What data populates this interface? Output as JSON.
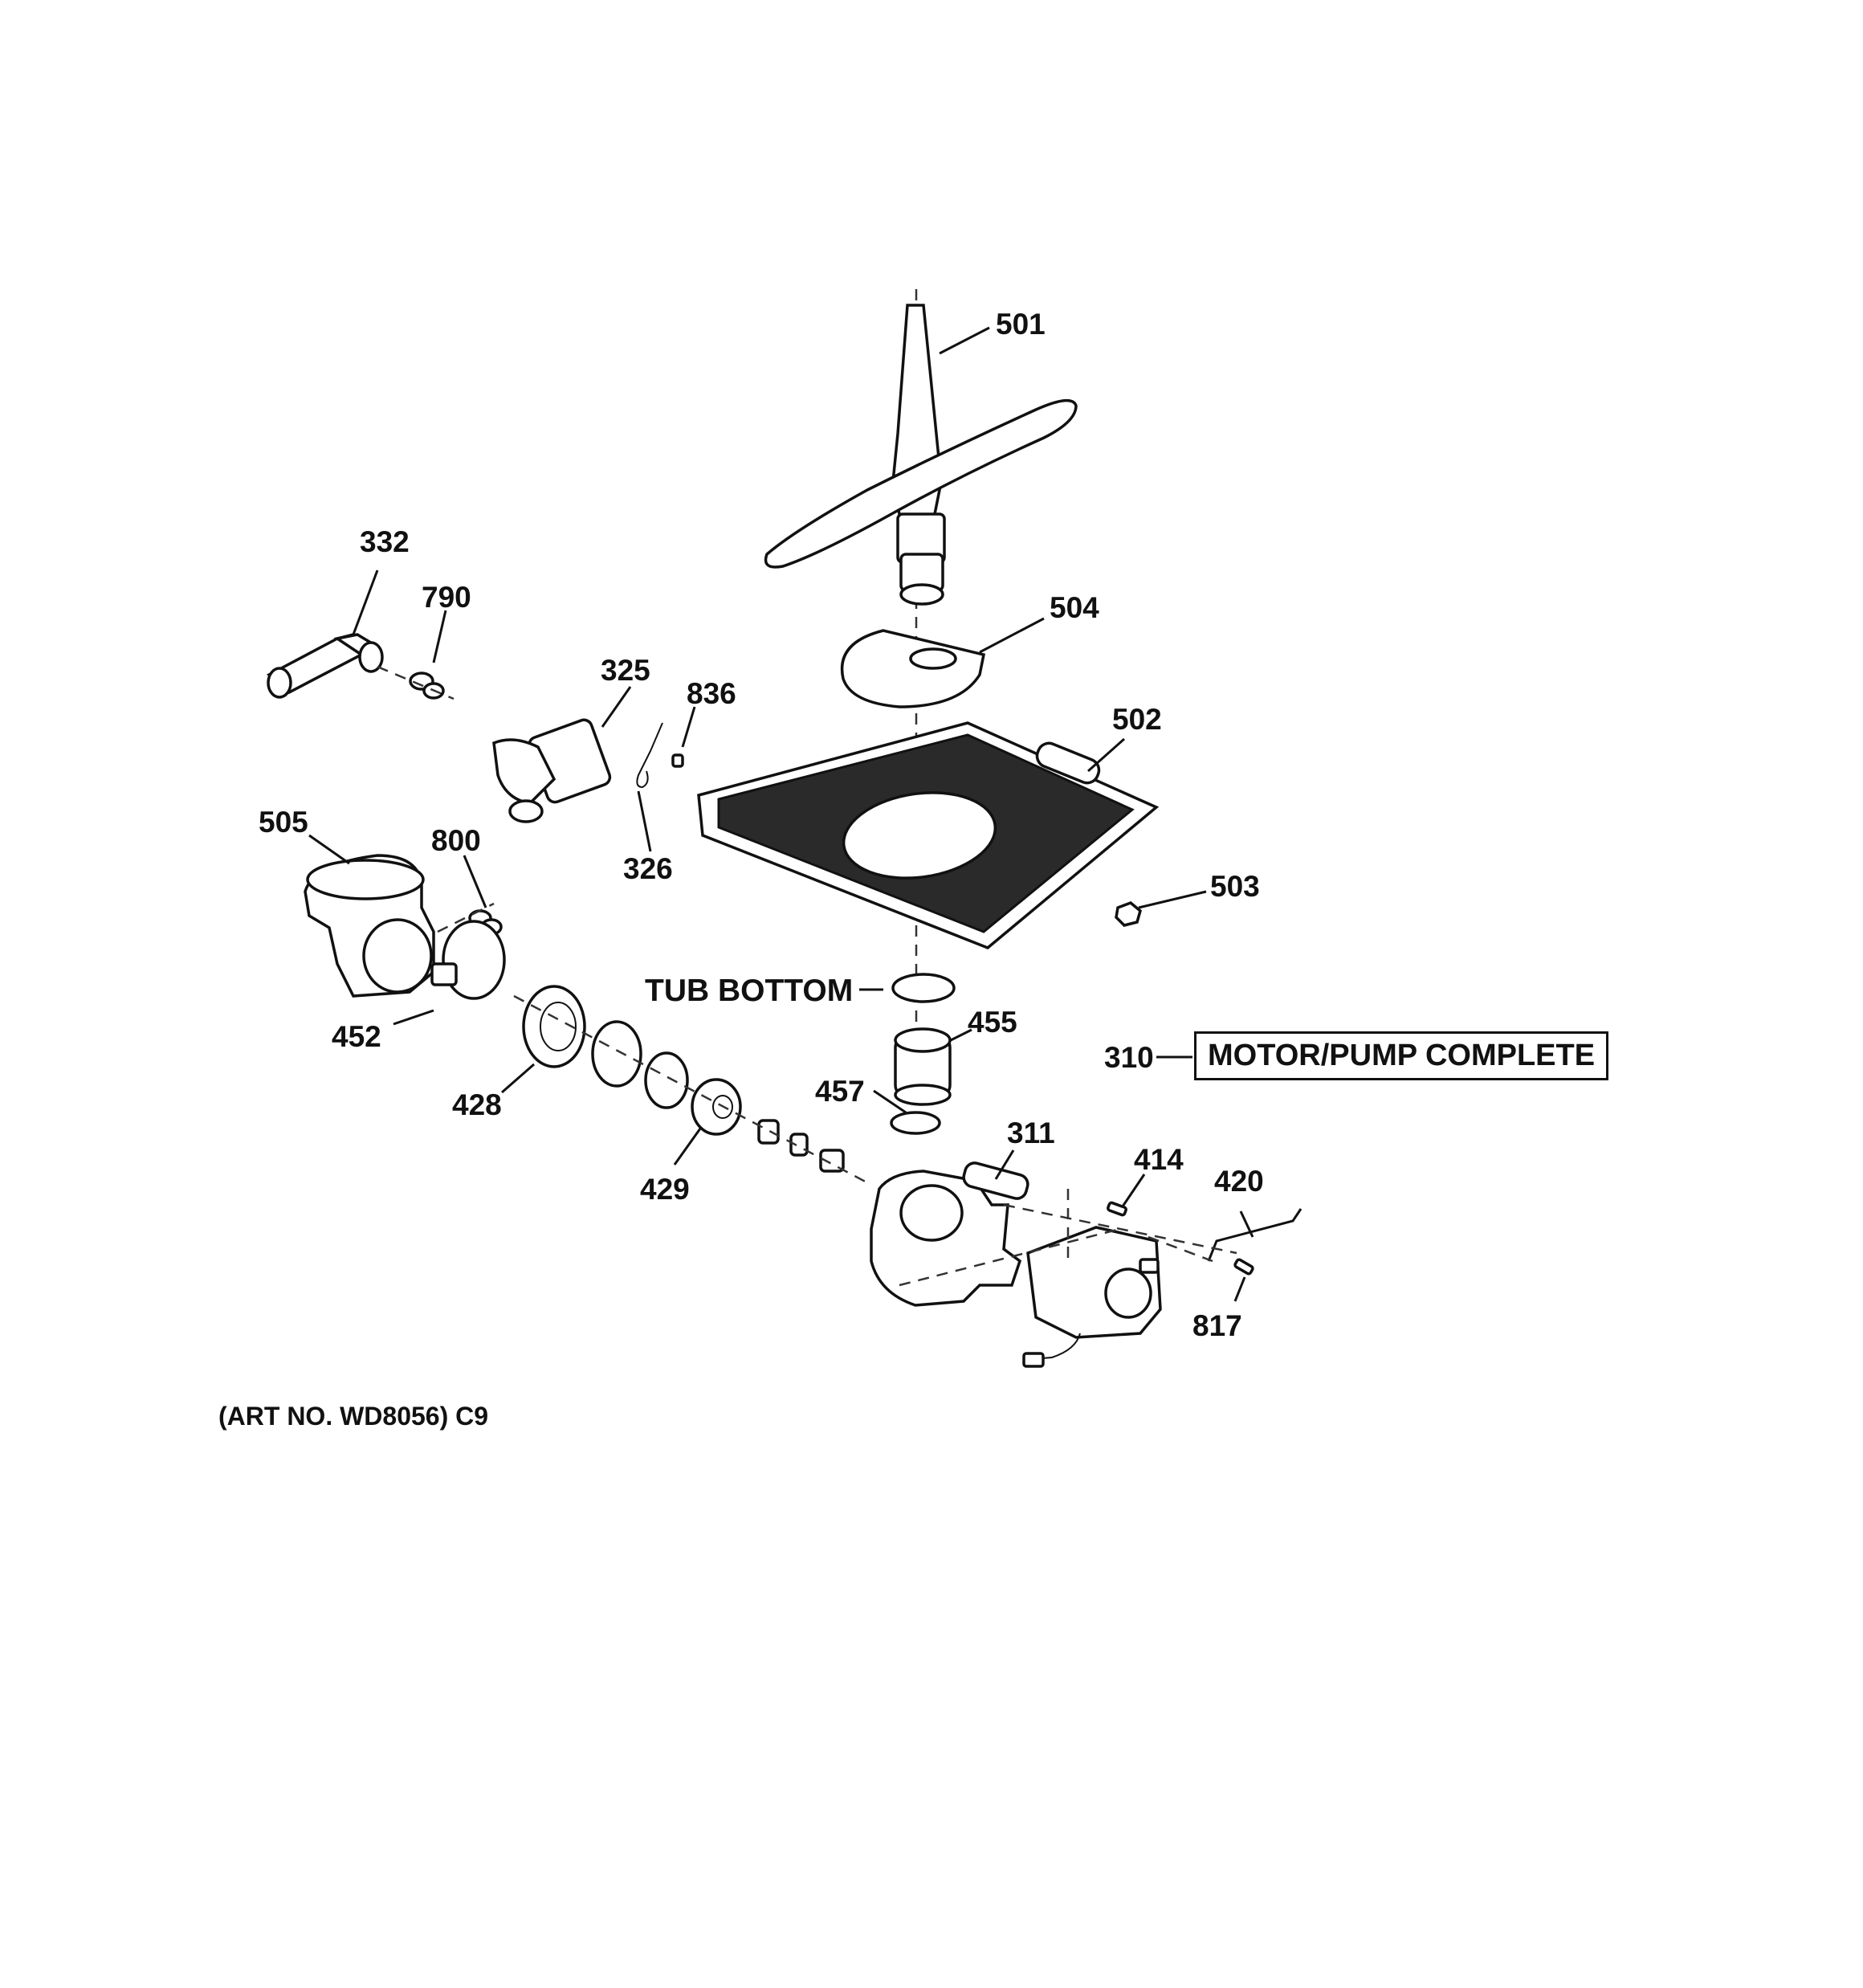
{
  "callouts": {
    "c501": "501",
    "c504": "504",
    "c502": "502",
    "c503": "503",
    "c332": "332",
    "c790": "790",
    "c325": "325",
    "c836": "836",
    "c326": "326",
    "c505": "505",
    "c800": "800",
    "c452": "452",
    "c428": "428",
    "c429": "429",
    "c455": "455",
    "c457": "457",
    "c311": "311",
    "c414": "414",
    "c420": "420",
    "c817": "817",
    "c310": "310"
  },
  "tub_bottom": "TUB BOTTOM",
  "assembly_box": "MOTOR/PUMP COMPLETE",
  "art_number": "(ART NO. WD8056) C9"
}
